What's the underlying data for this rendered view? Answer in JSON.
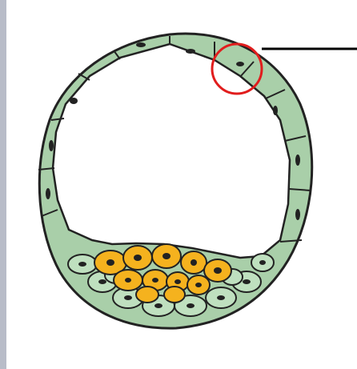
{
  "figure": {
    "subject": "blastocyst-cross-section",
    "parts": {
      "outer_layer": {
        "name": "trophoblast",
        "color": "#a9cfa9",
        "cell_color": "#bfe0bf"
      },
      "inner_cell_mass": {
        "name": "inner-cell-mass",
        "color": "#f5b21e"
      },
      "cavity": {
        "name": "blastocoel",
        "color": "#ffffff"
      }
    },
    "highlight": {
      "color": "#e11d1d",
      "target": "trophoblast-cell"
    },
    "pointer_line": {
      "color": "#000000"
    },
    "labels": []
  }
}
